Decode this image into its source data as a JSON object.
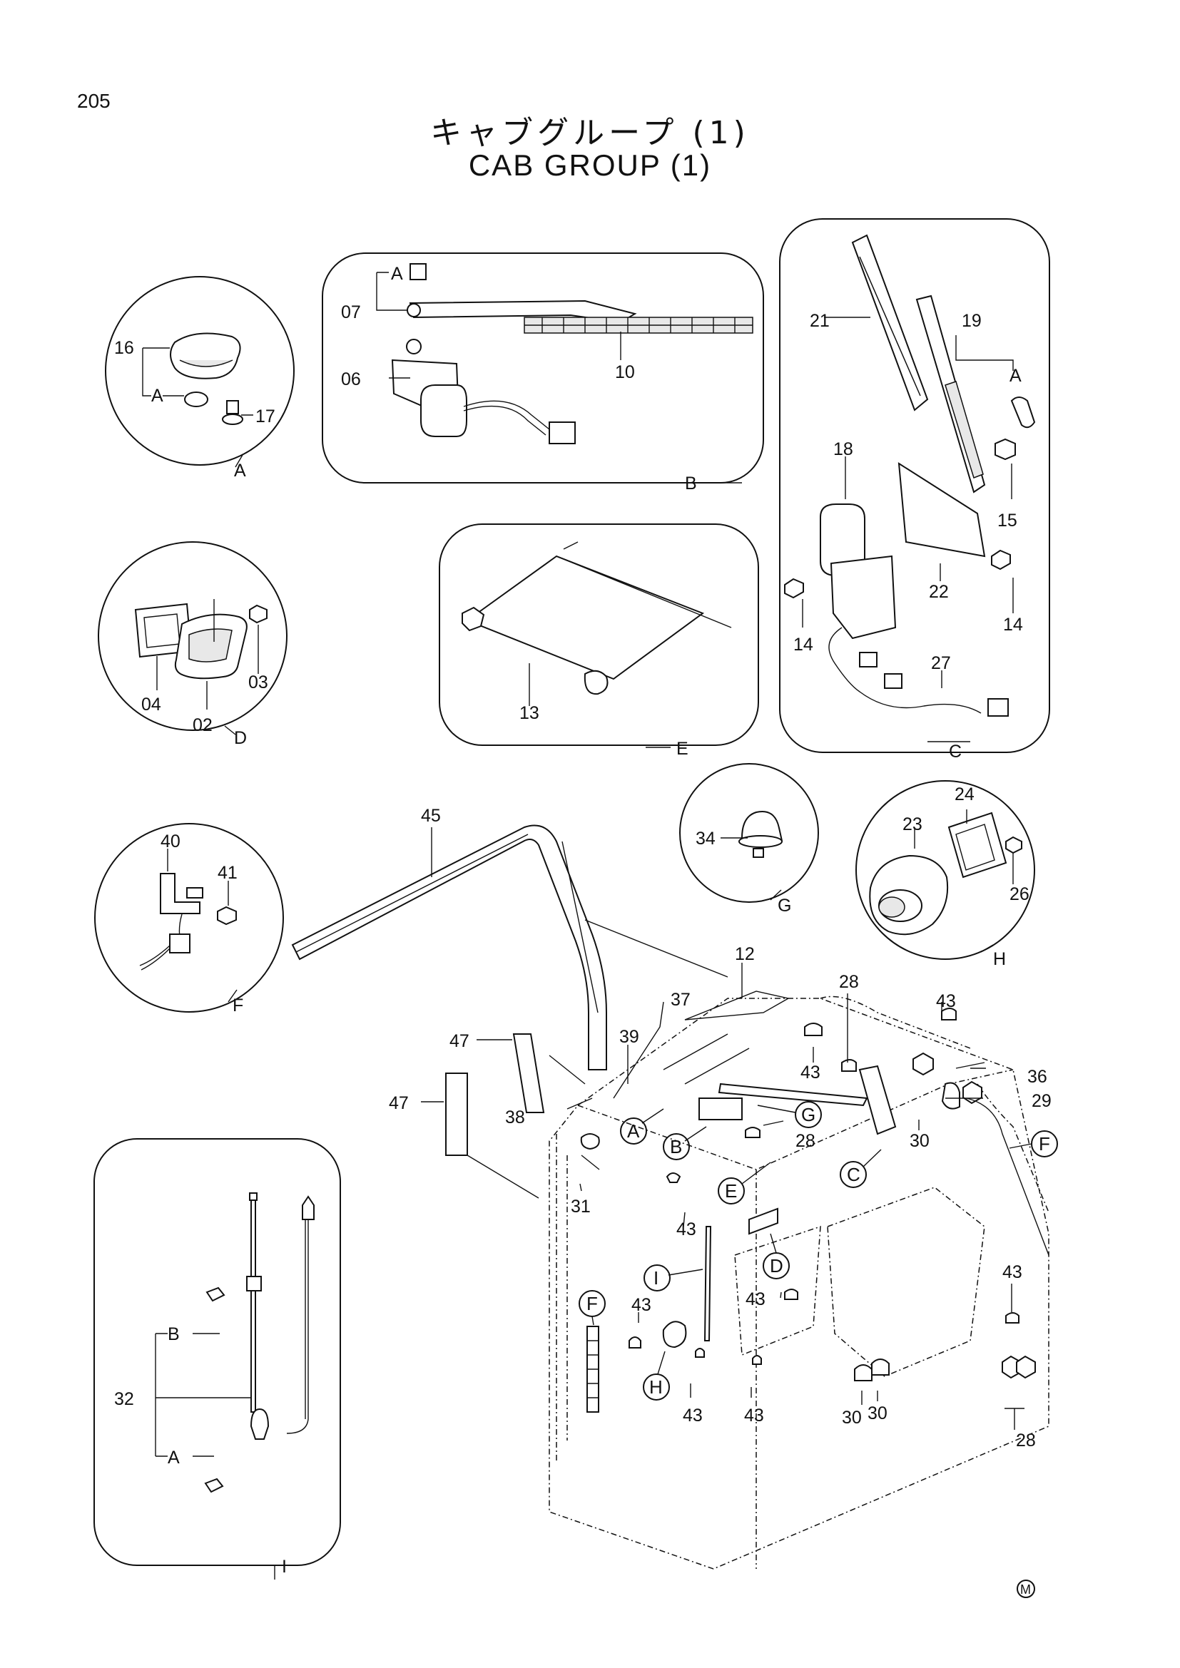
{
  "page_number": "205",
  "title_jp": "キャブグループ (1)",
  "title_en": "CAB GROUP (1)",
  "detail_letters": {
    "A": "A",
    "B": "B",
    "C": "C",
    "D": "D",
    "E": "E",
    "F": "F",
    "G": "G",
    "H": "H",
    "I": "I"
  },
  "part_numbers": {
    "p02": "02",
    "p03": "03",
    "p04": "04",
    "p06": "06",
    "p07": "07",
    "p10": "10",
    "p12": "12",
    "p13": "13",
    "p14": "14",
    "p15": "15",
    "p16": "16",
    "p17": "17",
    "p18": "18",
    "p19": "19",
    "p21": "21",
    "p22": "22",
    "p23": "23",
    "p24": "24",
    "p26": "26",
    "p27": "27",
    "p28": "28",
    "p29": "29",
    "p30": "30",
    "p31": "31",
    "p32": "32",
    "p34": "34",
    "p36": "36",
    "p37": "37",
    "p38": "38",
    "p39": "39",
    "p40": "40",
    "p41": "41",
    "p43": "43",
    "p45": "45",
    "p47": "47"
  },
  "mark": "M"
}
